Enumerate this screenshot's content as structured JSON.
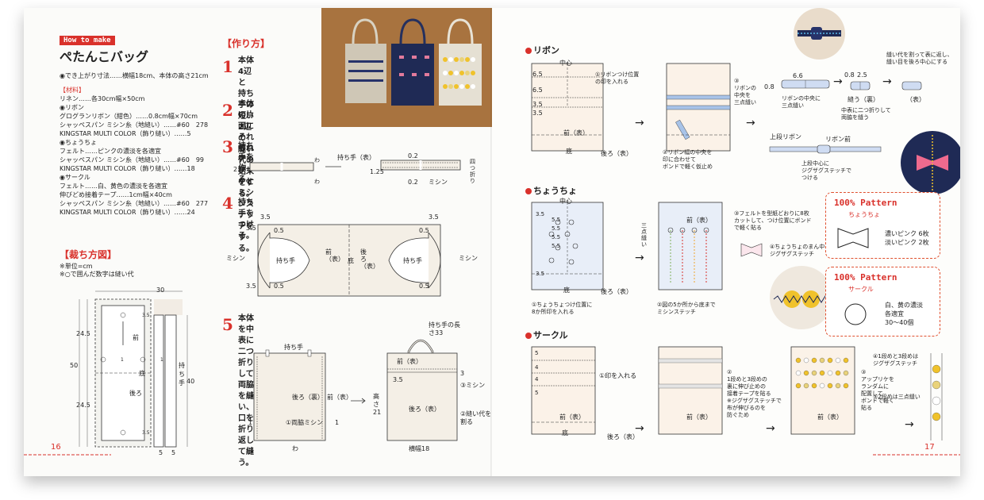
{
  "left": {
    "badge": "How to make",
    "title": "ぺたんこバッグ",
    "size_line": "◉でき上がり寸法……横幅18cm、本体の高さ21cm",
    "materials_head": "【材料】",
    "materials": [
      "リネン……各30cm幅×50cm",
      "◉リボン",
      "グログランリボン（紺色）……0.8cm幅×70cm",
      "シャッペスパン ミシン糸（地縫い）……#60　278",
      "KINGSTAR MULTI COLOR（飾り縫い）……5",
      "◉ちょうちょ",
      "フェルト……ピンクの濃淡を各適宜",
      "シャッペスパン ミシン糸（地縫い）……#60　99",
      "KINGSTAR MULTI COLOR（飾り縫い）……18",
      "◉サークル",
      "フェルト……白、黄色の濃淡を各適宜",
      "伸びどめ接着テープ……1cm幅×40cm",
      "シャッペスパン ミシン糸（地縫い）……#60　277",
      "KINGSTAR MULTI COLOR（飾り縫い）……24"
    ],
    "cut_head": "【裁ち方図】",
    "cut_notes": [
      "※単位=cm",
      "※○で囲んだ数字は縫い代"
    ],
    "cut_labels": {
      "w30": "30",
      "h50": "50",
      "h245a": "24.5",
      "h245b": "24.5",
      "h40": "40",
      "front": "前",
      "back": "後ろ",
      "bottom": "底",
      "handle": "持ち手",
      "s35a": "3.5",
      "s35b": "3.5",
      "c1a": "1",
      "c1b": "1",
      "w5a": "5",
      "w5b": "5"
    },
    "howto_head": "【作り方】",
    "steps": [
      {
        "num": "1",
        "text": [
          "本体4辺と",
          "持ち手の短い2辺の",
          "縫い代の始末をする。"
        ]
      },
      {
        "num": "2",
        "text": [
          "本体の片面に",
          "それぞれアップリケと",
          "ミシンステッチをする。"
        ]
      },
      {
        "num": "3",
        "text": [
          "持ち手を作る。"
        ]
      },
      {
        "num": "4",
        "text": [
          "持ち手をつける。"
        ]
      },
      {
        "num": "5",
        "text": [
          "本体を中表に二つ折りして両脇を縫い、",
          "口を折り返して縫う。"
        ]
      }
    ],
    "step3_labels": {
      "wa1": "わ",
      "wa2": "わ",
      "front": "持ち手（表）",
      "n25": "2.5",
      "n125": "1.25",
      "n02a": "0.2",
      "n02b": "0.2",
      "mishin": "ミシン",
      "fold": "四つ折り"
    },
    "step4_labels": {
      "n35a": "3.5",
      "n35b": "3.5",
      "n35c": "3.5",
      "n35d": "3.5",
      "n05a": "0.5",
      "n05b": "0.5",
      "n05c": "0.5",
      "n05d": "0.5",
      "mishin1": "ミシン",
      "mishin2": "ミシン",
      "handle1": "持ち手",
      "handle2": "持ち手",
      "front": "前（表）",
      "bottom": "底",
      "back": "後ろ（表）"
    },
    "step5_labels": {
      "handle": "持ち手",
      "back_ura": "後ろ（裏）",
      "front_omote": "前（表）",
      "sideseam": "①両脇ミシン",
      "wa": "わ",
      "one1": "1",
      "one2": "1",
      "handle_len": "持ち手の長さ33",
      "front2": "前（表）",
      "n35": "3.5",
      "n3": "3",
      "m3": "③ミシン",
      "height": "高さ21",
      "back2": "後ろ（表）",
      "m2": "②縫い代を割る",
      "width": "横幅18"
    },
    "folio": "16"
  },
  "right": {
    "ribbon_head": "リボン",
    "ribbon_labels": {
      "center": "中心",
      "n65a": "6.5",
      "n65b": "6.5",
      "n35a": "3.5",
      "n35b": "3.5",
      "front": "前（表）",
      "bottom": "底",
      "back": "後ろ（表）",
      "note1": [
        "①リボンつけ位置",
        "の印を入れる"
      ],
      "note2": [
        "②リボン幅の中央を",
        "印に合わせて",
        "ボンドで軽く仮止め"
      ],
      "note3": [
        "③",
        "リボンの",
        "中央を",
        "三点縫い"
      ],
      "r66": "6.6",
      "r08a": "0.8",
      "rc": [
        "リボンの中央に",
        "三点縫い"
      ],
      "r08b": "0.8",
      "r25": "2.5",
      "r_ura": "縫う（裏）",
      "r_omote": "（表）",
      "rfold": [
        "中表に二つ折りして",
        "両脇を縫う"
      ],
      "rtop": [
        "縫い代を割って表に返し、",
        "縫い目を後ろ中心にする"
      ],
      "upper": "上段リボン",
      "rfront": "リボン前",
      "zigzag": [
        "上段中心に",
        "ジグザグステッチで",
        "つける"
      ]
    },
    "butterfly_head": "ちょうちょ",
    "butterfly_labels": {
      "center": "中心",
      "n55a": "5.5",
      "n55b": "5.5",
      "n55c": "5.5",
      "n55d": "5.5",
      "n35a": "3.5",
      "n35b": "3.5",
      "bottom": "底",
      "back": "後ろ（表）",
      "front": "前（表）",
      "note1": [
        "①ちょうちょつけ位置に",
        "8か所印を入れる"
      ],
      "note2": [
        "②図の5か所から底まで",
        "ミシンステッチ"
      ],
      "sanbon": "三点縫い",
      "note3": [
        "③フェルトを型紙どおりに8枚",
        "カットして、つけ位置にボンド",
        "で軽く貼る"
      ],
      "note4": [
        "④ちょうちょのまん中に",
        "ジグザグステッチ"
      ]
    },
    "pattern1": {
      "title": "100% Pattern",
      "sub": "ちょうちょ",
      "desc": [
        "濃いピンク 6枚",
        "淡いピンク 2枚"
      ]
    },
    "pattern2": {
      "title": "100% Pattern",
      "sub": "サークル",
      "desc": [
        "白、黄の濃淡",
        "各適宜",
        "30〜40個"
      ]
    },
    "circle_head": "サークル",
    "circle_labels": {
      "n5a": "5",
      "n4a": "4",
      "n4b": "4",
      "n5b": "5",
      "mark": "①印を入れる",
      "front": "前（表）",
      "back": "後ろ（表）",
      "front2": "前（表）",
      "front3": "前（表）",
      "bottom": "底",
      "note2": [
        "②",
        "1段めと3段めの",
        "裏に伸び止めの",
        "接着テープを貼る",
        "※ジグザグステッチで",
        "布が伸びるのを",
        "防ぐため"
      ],
      "note3": [
        "③",
        "アップリケを",
        "ランダムに",
        "配置して",
        "ボンドで軽く",
        "貼る"
      ],
      "note4a": [
        "④1段めと3段めは",
        "ジグザグステッチ"
      ],
      "note4b": "⑤2段めは三点縫い"
    },
    "folio": "17"
  },
  "colors": {
    "accent": "#d9312b",
    "navy": "#1f2a55",
    "line": "#555555"
  }
}
